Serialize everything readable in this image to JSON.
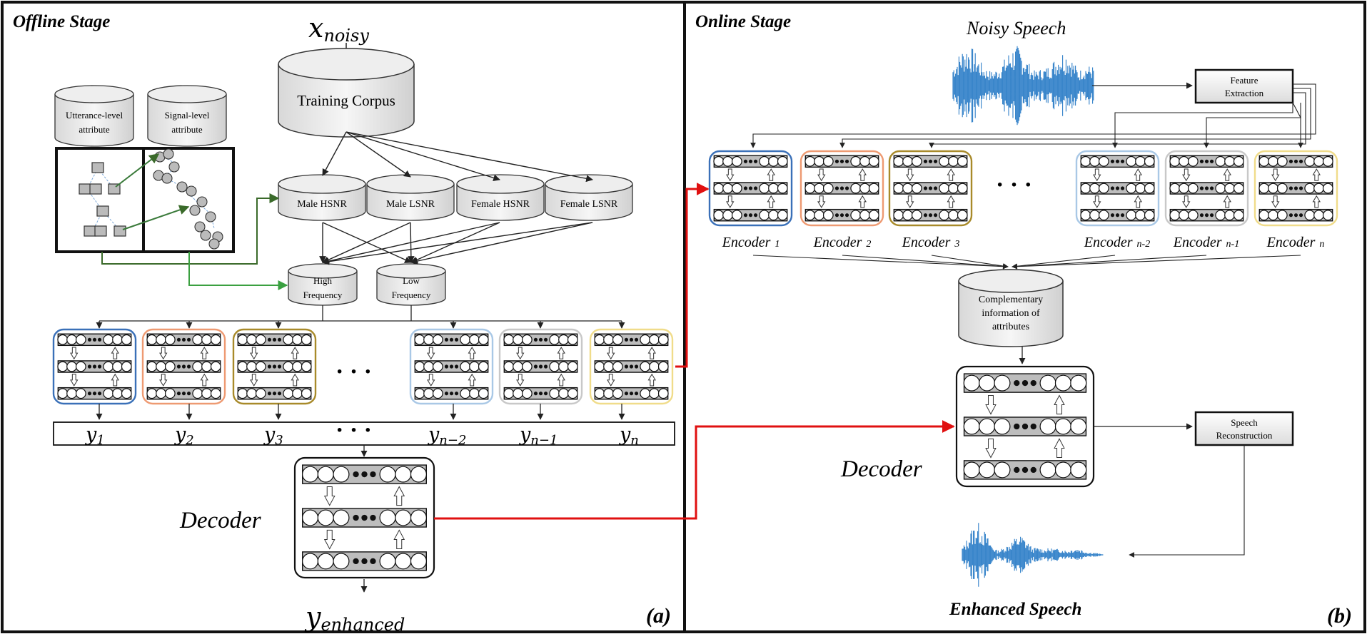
{
  "panels": {
    "offline_title": "Offline Stage",
    "online_title": "Online Stage",
    "offline_tag": "(a)",
    "online_tag": "(b)"
  },
  "offline": {
    "input_label": "x",
    "input_sub": "noisy",
    "training_corpus": "Training Corpus",
    "utterance_attr": [
      "Utterance-level",
      "attribute"
    ],
    "signal_attr": [
      "Signal-level",
      "attribute"
    ],
    "clusters": [
      "Male HSNR",
      "Male LSNR",
      "Female HSNR",
      "Female LSNR"
    ],
    "high_freq": [
      "High",
      "Frequency"
    ],
    "low_freq": [
      "Low",
      "Frequency"
    ],
    "outputs": [
      {
        "main": "y",
        "sub": "1"
      },
      {
        "main": "y",
        "sub": "2"
      },
      {
        "main": "y",
        "sub": "3"
      },
      {
        "main": "y",
        "sub": "n−2"
      },
      {
        "main": "y",
        "sub": "n−1"
      },
      {
        "main": "y",
        "sub": "n"
      }
    ],
    "decoder_label": "Decoder",
    "output_label": "y",
    "output_sub": "enhanced",
    "ellipsis": "· · ·"
  },
  "online": {
    "noisy_speech": "Noisy Speech",
    "feature_extraction": [
      "Feature",
      "Extraction"
    ],
    "encoders": [
      {
        "name": "Encoder",
        "sub": "1"
      },
      {
        "name": "Encoder",
        "sub": "2"
      },
      {
        "name": "Encoder",
        "sub": "3"
      },
      {
        "name": "Encoder",
        "sub": "n-2"
      },
      {
        "name": "Encoder",
        "sub": "n-1"
      },
      {
        "name": "Encoder",
        "sub": "n"
      }
    ],
    "complementary": [
      "Complementary",
      "information of",
      "attributes"
    ],
    "decoder_label": "Decoder",
    "speech_reconstruction": [
      "Speech",
      "Reconstruction"
    ],
    "enhanced_speech": "Enhanced Speech",
    "ellipsis": "· · ·"
  },
  "colors": {
    "encoder_borders": [
      "#3a70b8",
      "#ee9a72",
      "#a88a2a",
      "#a9c8e6",
      "#c8c8c8",
      "#f0dc8a"
    ],
    "red_link": "#e01010",
    "green_link": "#3aa040",
    "dark_green_link": "#3a6a2a",
    "wave": "#2f7fc8"
  }
}
